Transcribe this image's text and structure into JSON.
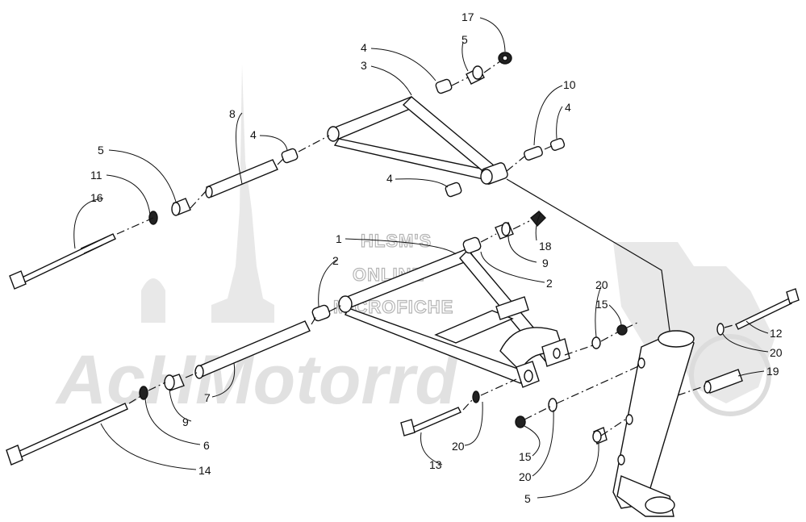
{
  "watermark": {
    "line1": "HLSM'S",
    "line2": "ONLINE",
    "line3": "MICROFICHE",
    "brand": "AcHMotorrd"
  },
  "callouts": [
    {
      "id": "c17",
      "text": "17"
    },
    {
      "id": "c5a",
      "text": "5"
    },
    {
      "id": "c4a",
      "text": "4"
    },
    {
      "id": "c3",
      "text": "3"
    },
    {
      "id": "c10",
      "text": "10"
    },
    {
      "id": "c4b",
      "text": "4"
    },
    {
      "id": "c8",
      "text": "8"
    },
    {
      "id": "c4c",
      "text": "4"
    },
    {
      "id": "c5b",
      "text": "5"
    },
    {
      "id": "c11",
      "text": "11"
    },
    {
      "id": "c16",
      "text": "16"
    },
    {
      "id": "c4d",
      "text": "4"
    },
    {
      "id": "c1",
      "text": "1"
    },
    {
      "id": "c18",
      "text": "18"
    },
    {
      "id": "c9a",
      "text": "9"
    },
    {
      "id": "c2a",
      "text": "2"
    },
    {
      "id": "c2b",
      "text": "2"
    },
    {
      "id": "c20a",
      "text": "20"
    },
    {
      "id": "c15a",
      "text": "15"
    },
    {
      "id": "c12",
      "text": "12"
    },
    {
      "id": "c20b",
      "text": "20"
    },
    {
      "id": "c19",
      "text": "19"
    },
    {
      "id": "c7",
      "text": "7"
    },
    {
      "id": "c9b",
      "text": "9"
    },
    {
      "id": "c6",
      "text": "6"
    },
    {
      "id": "c14",
      "text": "14"
    },
    {
      "id": "c20c",
      "text": "20"
    },
    {
      "id": "c13",
      "text": "13"
    },
    {
      "id": "c15b",
      "text": "15"
    },
    {
      "id": "c20d",
      "text": "20"
    },
    {
      "id": "c5c",
      "text": "5"
    }
  ]
}
